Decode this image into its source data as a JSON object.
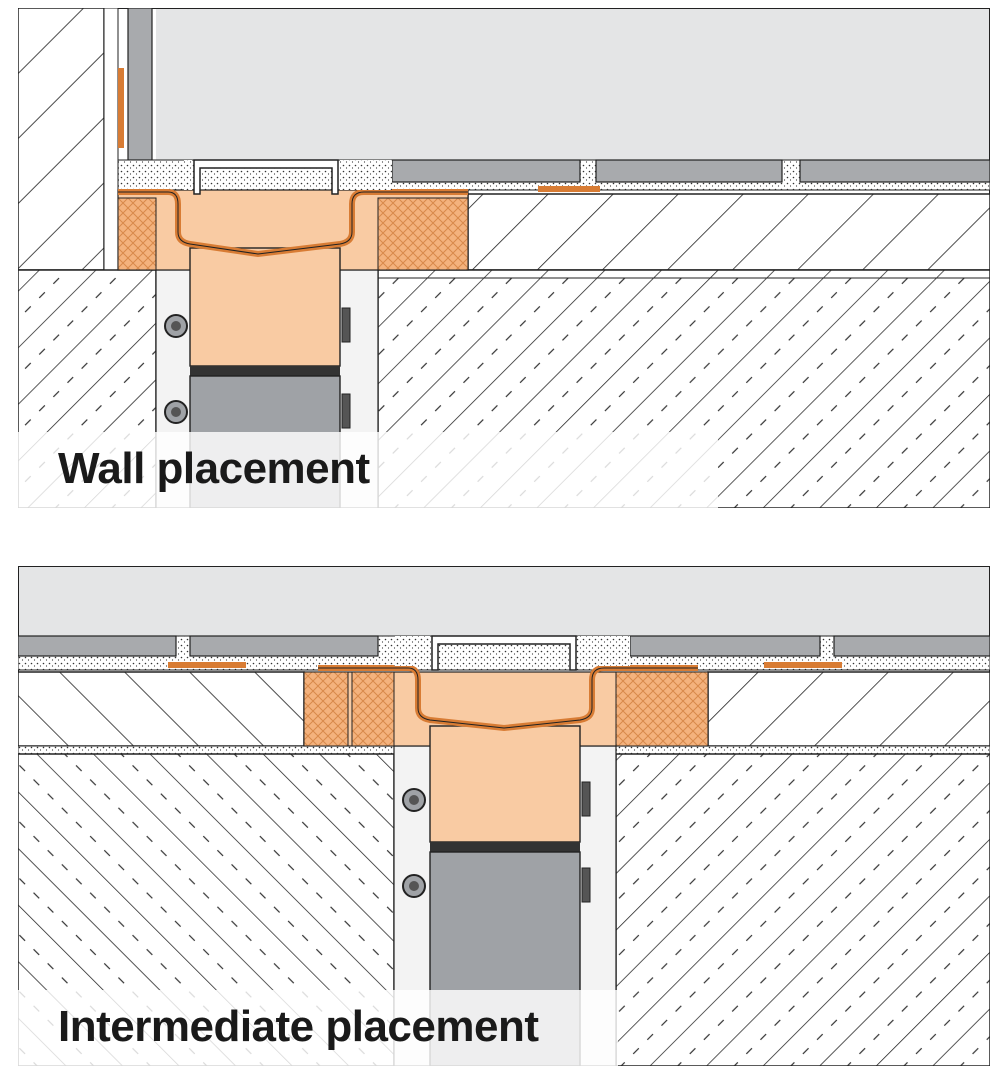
{
  "captions": {
    "wall": "Wall placement",
    "intermediate": "Intermediate placement"
  },
  "colors": {
    "orange_fill": "#f9cba3",
    "mesh_fill": "#f4b27d",
    "membrane": "#d87c34",
    "tile_grey": "#a8aaad",
    "room_grey": "#e4e5e6",
    "pipe_grey": "#9fa2a6",
    "line": "#222222"
  },
  "icons": [
    "hatch-pattern",
    "mesh-pattern",
    "screw-clamp"
  ]
}
